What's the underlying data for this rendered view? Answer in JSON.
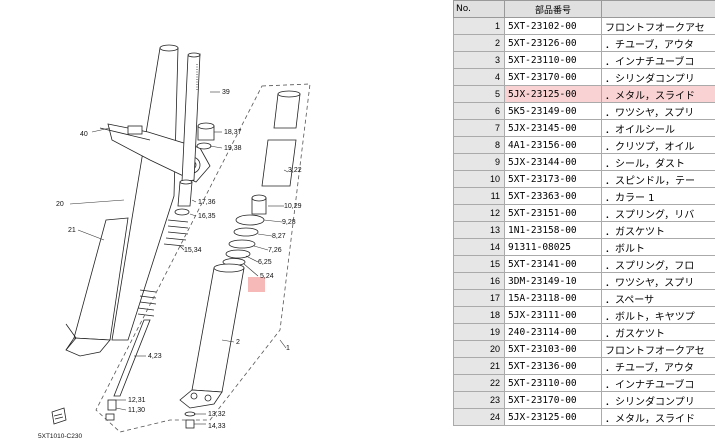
{
  "diagram": {
    "labels": [
      "40",
      "39",
      "18,37",
      "19,38",
      "20",
      "21",
      "17,36",
      "16,35",
      "15,34",
      "3,22",
      "10,29",
      "9,28",
      "8,27",
      "7,26",
      "6,25",
      "5,24",
      "2",
      "1",
      "4,23",
      "12,31",
      "11,30",
      "13,32",
      "14,33"
    ],
    "code": "5XT1010-C230"
  },
  "table": {
    "headers": {
      "no": "No.",
      "part": "部品番号",
      "name": ""
    },
    "rows": [
      {
        "no": "1",
        "part": "5XT-23102-00",
        "name": "フロントフオークアセ"
      },
      {
        "no": "2",
        "part": "5XT-23126-00",
        "name": "．チユーブ，アウタ"
      },
      {
        "no": "3",
        "part": "5XT-23110-00",
        "name": "．インナチユーブコ"
      },
      {
        "no": "4",
        "part": "5XT-23170-00",
        "name": "．シリンダコンプリ"
      },
      {
        "no": "5",
        "part": "5JX-23125-00",
        "name": "．メタル，スライド"
      },
      {
        "no": "6",
        "part": "5K5-23149-00",
        "name": "．ワツシヤ，スプリ"
      },
      {
        "no": "7",
        "part": "5JX-23145-00",
        "name": "．オイルシール"
      },
      {
        "no": "8",
        "part": "4A1-23156-00",
        "name": "．クリツプ，オイル"
      },
      {
        "no": "9",
        "part": "5JX-23144-00",
        "name": "．シール，ダスト"
      },
      {
        "no": "10",
        "part": "5XT-23173-00",
        "name": "．スピンドル，テー"
      },
      {
        "no": "11",
        "part": "5XT-23363-00",
        "name": "．カラー 1"
      },
      {
        "no": "12",
        "part": "5XT-23151-00",
        "name": "．スプリング，リバ"
      },
      {
        "no": "13",
        "part": "1N1-23158-00",
        "name": "．ガスケツト"
      },
      {
        "no": "14",
        "part": "91311-08025",
        "name": "．ボルト"
      },
      {
        "no": "15",
        "part": "5XT-23141-00",
        "name": "．スプリング，フロ"
      },
      {
        "no": "16",
        "part": "3DM-23149-10",
        "name": "．ワツシヤ，スプリ"
      },
      {
        "no": "17",
        "part": "15A-23118-00",
        "name": "．スペーサ"
      },
      {
        "no": "18",
        "part": "5JX-23111-00",
        "name": "．ボルト，キヤツプ"
      },
      {
        "no": "19",
        "part": "240-23114-00",
        "name": "．ガスケツト"
      },
      {
        "no": "20",
        "part": "5XT-23103-00",
        "name": "フロントフオークアセ"
      },
      {
        "no": "21",
        "part": "5XT-23136-00",
        "name": "．チユーブ，アウタ"
      },
      {
        "no": "22",
        "part": "5XT-23110-00",
        "name": "．インナチユーブコ"
      },
      {
        "no": "23",
        "part": "5XT-23170-00",
        "name": "．シリンダコンプリ"
      },
      {
        "no": "24",
        "part": "5JX-23125-00",
        "name": "．メタル，スライド"
      }
    ],
    "highlight_row": "5"
  },
  "colors": {
    "highlight": "#f9d3d3",
    "marker": "#f7b8b8"
  }
}
